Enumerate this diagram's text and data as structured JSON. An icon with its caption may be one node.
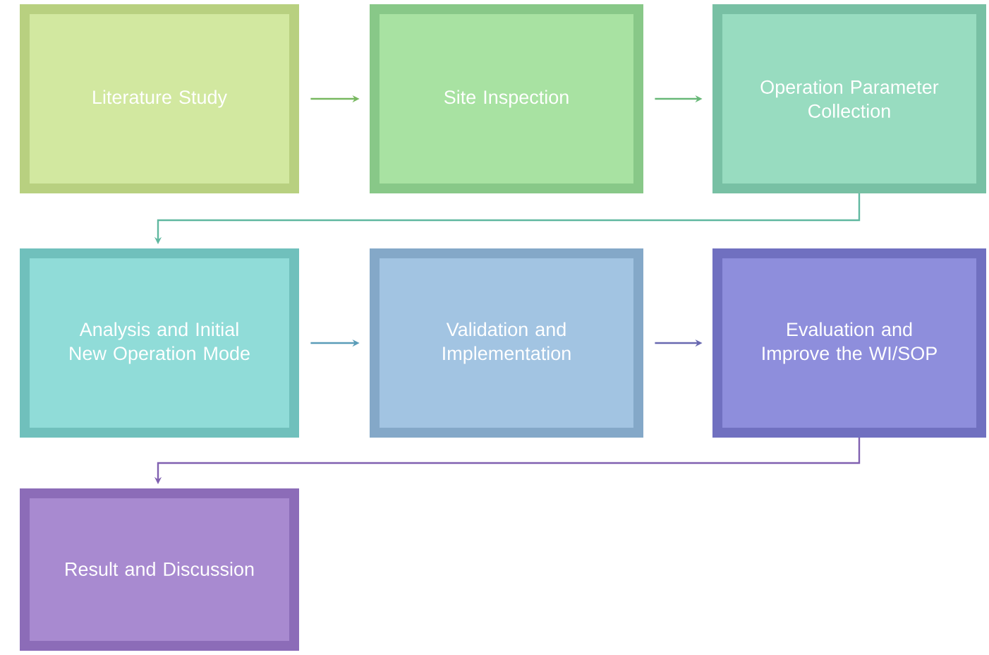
{
  "diagram": {
    "nodes": [
      {
        "text": [
          "Literature Study"
        ]
      },
      {
        "text": [
          "Site Inspection"
        ]
      },
      {
        "text": [
          "Operation Parameter Collection"
        ]
      },
      {
        "text": [
          "Analysis and Initial New Operation Mode"
        ]
      },
      {
        "text": [
          "Validation and Implementation"
        ]
      },
      {
        "text": [
          "Evaluation and Improve the WI/SOP"
        ]
      },
      {
        "text": [
          "Result and Discussion"
        ]
      }
    ],
    "edges": [
      {
        "from": 0,
        "to": 1,
        "arrow": "to",
        "color": "#78b860"
      },
      {
        "from": 1,
        "to": 2,
        "arrow": "to",
        "color": "#68b878"
      },
      {
        "from": 2,
        "to": 3,
        "arrow": "to",
        "color": "#60b8a0"
      },
      {
        "from": 3,
        "to": 4,
        "arrow": "to",
        "color": "#5a9cb8"
      },
      {
        "from": 4,
        "to": 5,
        "arrow": "to",
        "color": "#6868b0"
      },
      {
        "from": 5,
        "to": 6,
        "arrow": "to",
        "color": "#8060b0"
      }
    ]
  }
}
